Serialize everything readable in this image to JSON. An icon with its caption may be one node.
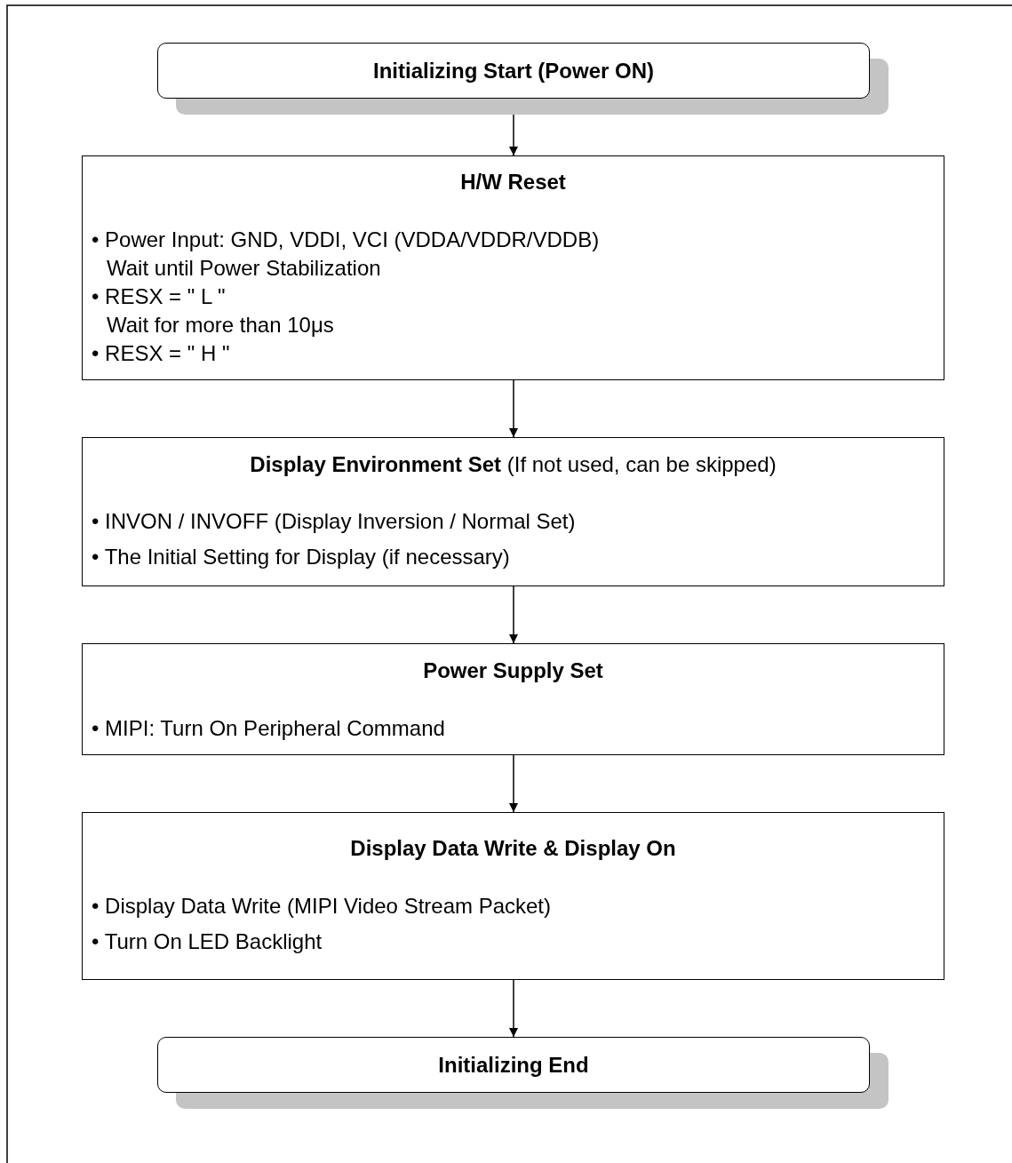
{
  "diagram": {
    "nodes": [
      {
        "text": [
          "Initializing Start (Power ON)"
        ]
      },
      {
        "text": [
          "H/W Reset",
          "• Power Input: GND, VDDI, VCI (VDDA/VDDR/VDDB)",
          "Wait until Power Stabilization",
          "• RESX = \" L \"",
          "Wait for more than 10μs",
          "• RESX = \" H \""
        ]
      },
      {
        "text": [
          "**Display Environment Set** (If not used, can be skipped)",
          "• INVON / INVOFF (Display Inversion / Normal Set)",
          "• The Initial Setting for Display (if necessary)"
        ]
      },
      {
        "text": [
          "Power Supply Set",
          "• MIPI: Turn On Peripheral Command"
        ]
      },
      {
        "text": [
          "Display Data Write & Display On",
          "• Display Data Write (MIPI Video Stream Packet)",
          "• Turn On LED Backlight"
        ]
      },
      {
        "text": [
          "Initializing End"
        ]
      }
    ],
    "edges": [
      {
        "from": 0,
        "to": 1,
        "arrow": "to"
      },
      {
        "from": 1,
        "to": 2,
        "arrow": "to"
      },
      {
        "from": 2,
        "to": 3,
        "arrow": "to"
      },
      {
        "from": 3,
        "to": 4,
        "arrow": "to"
      },
      {
        "from": 4,
        "to": 5,
        "arrow": "to"
      }
    ]
  }
}
